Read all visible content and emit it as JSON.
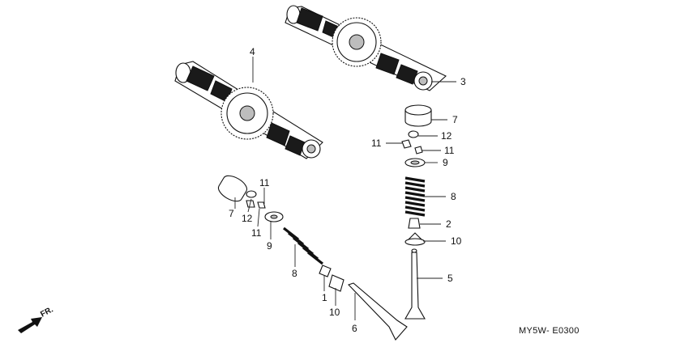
{
  "diagram": {
    "code": "MY5W- E0300",
    "direction": "FR.",
    "callouts": [
      {
        "id": "c4",
        "label": "4"
      },
      {
        "id": "c3",
        "label": "3"
      },
      {
        "id": "c7r",
        "label": "7"
      },
      {
        "id": "c12r",
        "label": "12"
      },
      {
        "id": "c11ra",
        "label": "11"
      },
      {
        "id": "c11rb",
        "label": "11"
      },
      {
        "id": "c9r",
        "label": "9"
      },
      {
        "id": "c8r",
        "label": "8"
      },
      {
        "id": "c2",
        "label": "2"
      },
      {
        "id": "c10r",
        "label": "10"
      },
      {
        "id": "c5",
        "label": "5"
      },
      {
        "id": "c11la",
        "label": "11"
      },
      {
        "id": "c7l",
        "label": "7"
      },
      {
        "id": "c12l",
        "label": "12"
      },
      {
        "id": "c11lb",
        "label": "11"
      },
      {
        "id": "c9l",
        "label": "9"
      },
      {
        "id": "c8l",
        "label": "8"
      },
      {
        "id": "c1",
        "label": "1"
      },
      {
        "id": "c10l",
        "label": "10"
      },
      {
        "id": "c6",
        "label": "6"
      }
    ]
  }
}
